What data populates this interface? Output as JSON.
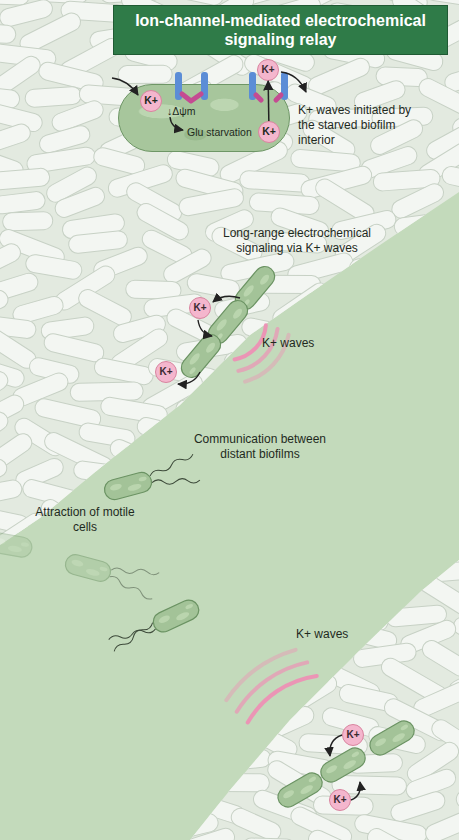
{
  "diagram": {
    "title": "Ion-channel-mediated electrochemical signaling relay",
    "nodes": [
      {
        "text": [
          "↓Δψm",
          "Glu starvation"
        ]
      },
      {
        "text": [
          "K+"
        ],
        "in": 0
      },
      {
        "text": [
          "K+"
        ]
      },
      {
        "text": [
          "K+"
        ],
        "in": 0
      },
      {
        "text": [
          "K+"
        ]
      },
      {
        "text": [
          "K+"
        ]
      },
      {
        "text": [
          "K+"
        ]
      },
      {
        "text": [
          "K+"
        ]
      }
    ],
    "edges": [
      {
        "from": 3,
        "to": 2,
        "arrow": "to"
      }
    ],
    "labels": [
      "K+ waves initiated by the starved biofilm interior",
      "Long-range electrochemical signaling via K+ waves",
      "K+ waves",
      "Communication between distant biofilms",
      "Attraction of motile cells",
      "K+ waves"
    ]
  }
}
